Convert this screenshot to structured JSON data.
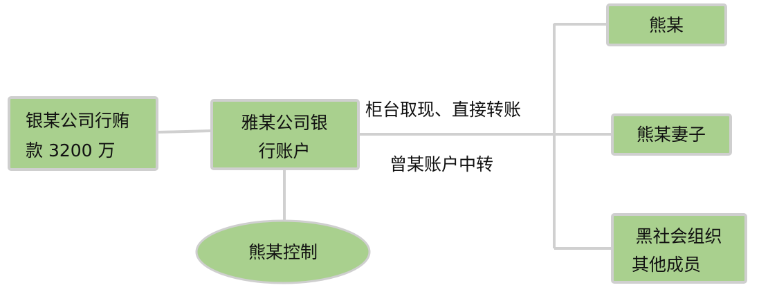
{
  "nodes": {
    "source": {
      "line1": "银某公司行贿",
      "line2": "款 3200 万"
    },
    "account": {
      "line1": "雅某公司银",
      "line2": "行账户"
    },
    "control": {
      "label": "熊某控制"
    },
    "xiong": {
      "label": "熊某"
    },
    "wife": {
      "label": "熊某妻子"
    },
    "gang": {
      "line1": "黑社会组织",
      "line2": "其他成员"
    }
  },
  "edge_labels": {
    "withdraw": "柜台取现、直接转账",
    "transfer": "曾某账户中转"
  },
  "colors": {
    "box_fill": "#a9d08e",
    "box_border": "#cfcfcf",
    "line": "#d0d0d0"
  }
}
